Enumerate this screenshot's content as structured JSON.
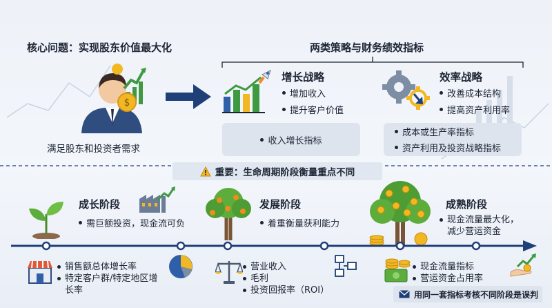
{
  "core": {
    "title": "核心问题：实现股东价值最大化",
    "caption": "满足股东和投资者需求"
  },
  "strategies": {
    "title": "两类策略与财务绩效指标",
    "growth": {
      "title": "增长战略",
      "items": [
        "增加收入",
        "提升客户价值"
      ],
      "metric": "收入增长指标"
    },
    "efficiency": {
      "title": "效率战略",
      "items": [
        "改善成本结构",
        "提高资产利用率"
      ],
      "metrics": [
        "成本或生产率指标",
        "资产利用及投资战略指标"
      ]
    }
  },
  "notice": {
    "text": "重要：生命周期阶段衡量重点不同"
  },
  "stages": {
    "growth_stage": {
      "title": "成长阶段",
      "desc": "需巨额投资，现金流可负",
      "metrics": [
        "销售额总体增长率",
        "特定客户群/特定地区增",
        "长率"
      ]
    },
    "development_stage": {
      "title": "发展阶段",
      "desc": "着重衡量获利能力",
      "metrics": [
        "营业收入",
        "毛利",
        "投资回报率（ROI）"
      ]
    },
    "mature_stage": {
      "title": "成熟阶段",
      "desc": [
        "现金流量最大化，",
        "减少营运资金"
      ],
      "metrics": [
        "现金流量指标",
        "营运资金占用率"
      ]
    }
  },
  "warning": {
    "text": "用同一套指标考核不同阶段是误判"
  },
  "colors": {
    "accent_blue": "#1f3f78",
    "green": "#3d9a40",
    "orange": "#f28a1e",
    "gold": "#f2b824",
    "box": "#dde4ee"
  }
}
